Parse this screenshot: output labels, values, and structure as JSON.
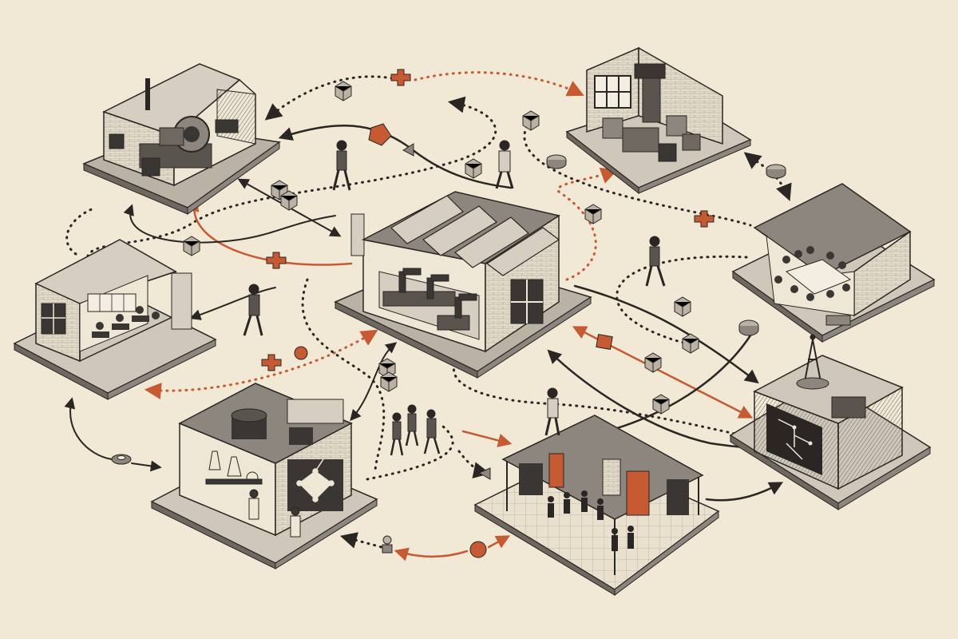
{
  "palette": {
    "background": "#f1e8d6",
    "ink": "#2a2623",
    "dark": "#3a3633",
    "mid": "#8c867e",
    "light": "#d8d1c4",
    "paper": "#efe7d6",
    "accent": "#c65a32"
  },
  "nodes": [
    {
      "id": "engine-workshop",
      "icon": "engine-icon"
    },
    {
      "id": "machining-lab",
      "icon": "milling-machine-icon"
    },
    {
      "id": "factory",
      "icon": "robot-arm-icon"
    },
    {
      "id": "classroom",
      "icon": "desk-icon"
    },
    {
      "id": "meeting-hall",
      "icon": "conference-table-icon"
    },
    {
      "id": "chemistry-lab",
      "icon": "flask-icon"
    },
    {
      "id": "exhibition-hall",
      "icon": "panel-icon"
    },
    {
      "id": "data-center",
      "icon": "antenna-icon"
    }
  ],
  "flows": [
    {
      "from": "engine-workshop",
      "to": "machining-lab",
      "style": "dotted",
      "color": "accent"
    },
    {
      "from": "engine-workshop",
      "to": "factory",
      "style": "solid",
      "color": "ink"
    },
    {
      "from": "factory",
      "to": "engine-workshop",
      "style": "solid",
      "color": "accent"
    },
    {
      "from": "classroom",
      "to": "engine-workshop",
      "style": "dotted",
      "color": "ink"
    },
    {
      "from": "machining-lab",
      "to": "meeting-hall",
      "style": "dotted",
      "color": "ink"
    },
    {
      "from": "factory",
      "to": "machining-lab",
      "style": "dotted",
      "color": "accent"
    },
    {
      "from": "factory",
      "to": "classroom",
      "style": "solid",
      "color": "ink"
    },
    {
      "from": "chemistry-lab",
      "to": "factory",
      "style": "dotted",
      "color": "accent"
    },
    {
      "from": "factory",
      "to": "data-center",
      "style": "solid",
      "color": "accent"
    },
    {
      "from": "classroom",
      "to": "chemistry-lab",
      "style": "solid",
      "color": "ink"
    },
    {
      "from": "chemistry-lab",
      "to": "exhibition-hall",
      "style": "solid",
      "color": "accent"
    },
    {
      "from": "exhibition-hall",
      "to": "data-center",
      "style": "solid",
      "color": "ink"
    },
    {
      "from": "meeting-hall",
      "to": "data-center",
      "style": "solid",
      "color": "ink"
    }
  ]
}
